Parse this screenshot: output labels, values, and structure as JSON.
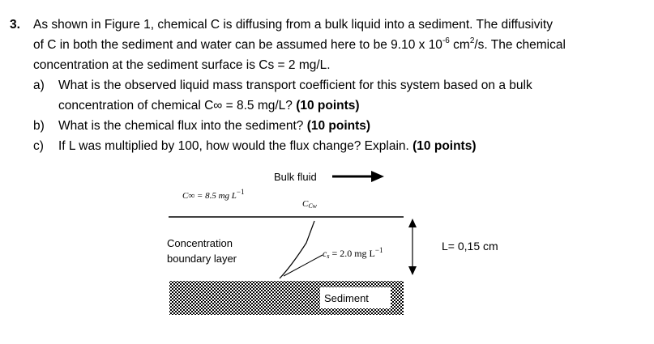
{
  "question": {
    "number": "3.",
    "intro_line1": "As shown in Figure 1, chemical C is diffusing from a bulk liquid into a sediment. The diffusivity",
    "intro_line2_pre": "of C in both the sediment and water can be assumed here to be 9.10 x 10",
    "intro_line2_sup": "-6",
    "intro_line2_mid": " cm",
    "intro_line2_sup2": "2",
    "intro_line2_post": "/s. The chemical",
    "intro_line3": "concentration at the sediment surface is Cs = 2 mg/L.",
    "parts": [
      {
        "label": "a)",
        "line1": "What is the observed liquid mass transport coefficient for this system based on a bulk",
        "line2": "concentration of chemical C∞ = 8.5 mg/L? ",
        "points": "(10 points)"
      },
      {
        "label": "b)",
        "line1": "What is the chemical flux into the sediment? ",
        "points": "(10 points)"
      },
      {
        "label": "c)",
        "line1": "If L was multiplied by 100, how would the flux change? Explain. ",
        "points": "(10 points)"
      }
    ]
  },
  "figure": {
    "bulk_fluid": "Bulk fluid",
    "c_inf_label": "C∞ = 8.5 mg L",
    "c_inf_sup": "−1",
    "ccw_label": "C",
    "ccw_sub": "Cw",
    "boundary_line1": "Concentration",
    "boundary_line2": "boundary layer",
    "cs_label": "c",
    "cs_sub": "s",
    "cs_value": " = 2.0 mg L",
    "cs_sup": "−1",
    "thickness": "L= 0,15 cm",
    "sediment": "Sediment"
  }
}
